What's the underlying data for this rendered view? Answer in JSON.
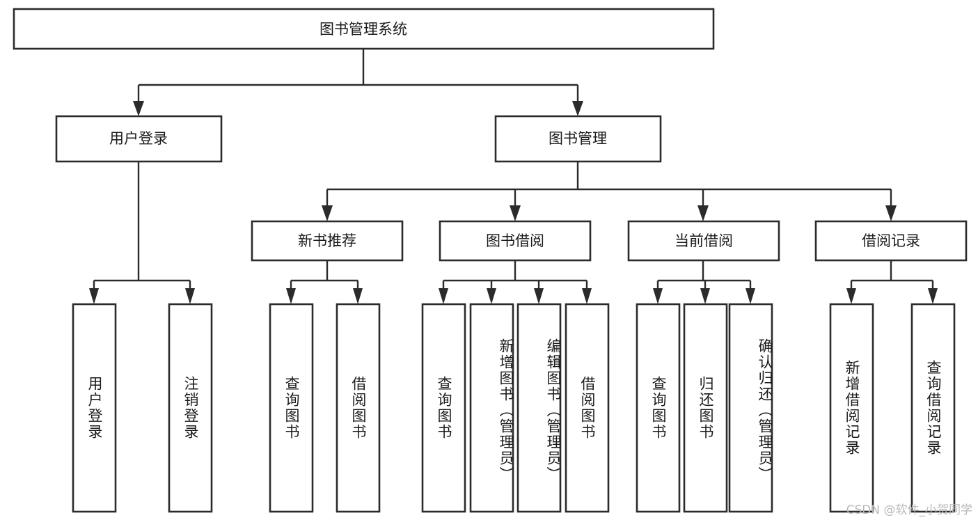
{
  "diagram": {
    "type": "tree-flowchart",
    "orientation": "top-down",
    "root": {
      "label": "图书管理系统",
      "children": [
        {
          "label": "用户登录",
          "children": [
            {
              "label": "用户登录"
            },
            {
              "label": "注销登录"
            }
          ]
        },
        {
          "label": "图书管理",
          "children": [
            {
              "label": "新书推荐",
              "children": [
                {
                  "label": "查询图书"
                },
                {
                  "label": "借阅图书"
                }
              ]
            },
            {
              "label": "图书借阅",
              "children": [
                {
                  "label": "查询图书"
                },
                {
                  "label": "新增图书（管理员）"
                },
                {
                  "label": "编辑图书（管理员）"
                },
                {
                  "label": "借阅图书"
                }
              ]
            },
            {
              "label": "当前借阅",
              "children": [
                {
                  "label": "查询图书"
                },
                {
                  "label": "归还图书"
                },
                {
                  "label": "确认归还（管理员）"
                }
              ]
            },
            {
              "label": "借阅记录",
              "children": [
                {
                  "label": "新增借阅记录"
                },
                {
                  "label": "查询借阅记录"
                }
              ]
            }
          ]
        }
      ]
    }
  },
  "nodes": {
    "root": {
      "label": "图书管理系统"
    },
    "l1": [
      {
        "label": "用户登录"
      },
      {
        "label": "图书管理"
      }
    ],
    "l2": [
      {
        "label": "新书推荐"
      },
      {
        "label": "图书借阅"
      },
      {
        "label": "当前借阅"
      },
      {
        "label": "借阅记录"
      }
    ],
    "leaves": [
      {
        "label": "用户登录"
      },
      {
        "label": "注销登录"
      },
      {
        "label": "查询图书"
      },
      {
        "label": "借阅图书"
      },
      {
        "label": "查询图书"
      },
      {
        "label": "新增图书（管理员）"
      },
      {
        "label": "编辑图书（管理员）"
      },
      {
        "label": "借阅图书"
      },
      {
        "label": "查询图书"
      },
      {
        "label": "归还图书"
      },
      {
        "label": "确认归还（管理员）"
      },
      {
        "label": "新增借阅记录"
      },
      {
        "label": "查询借阅记录"
      }
    ]
  },
  "colors": {
    "box_stroke": "#2b2b2b",
    "box_fill": "#ffffff",
    "text": "#1b1b1b",
    "connector": "#2b2b2b",
    "background": "#ffffff",
    "watermark": "#b9b9b9"
  },
  "watermark": {
    "text": "CSDN @软件_小贺同学"
  }
}
